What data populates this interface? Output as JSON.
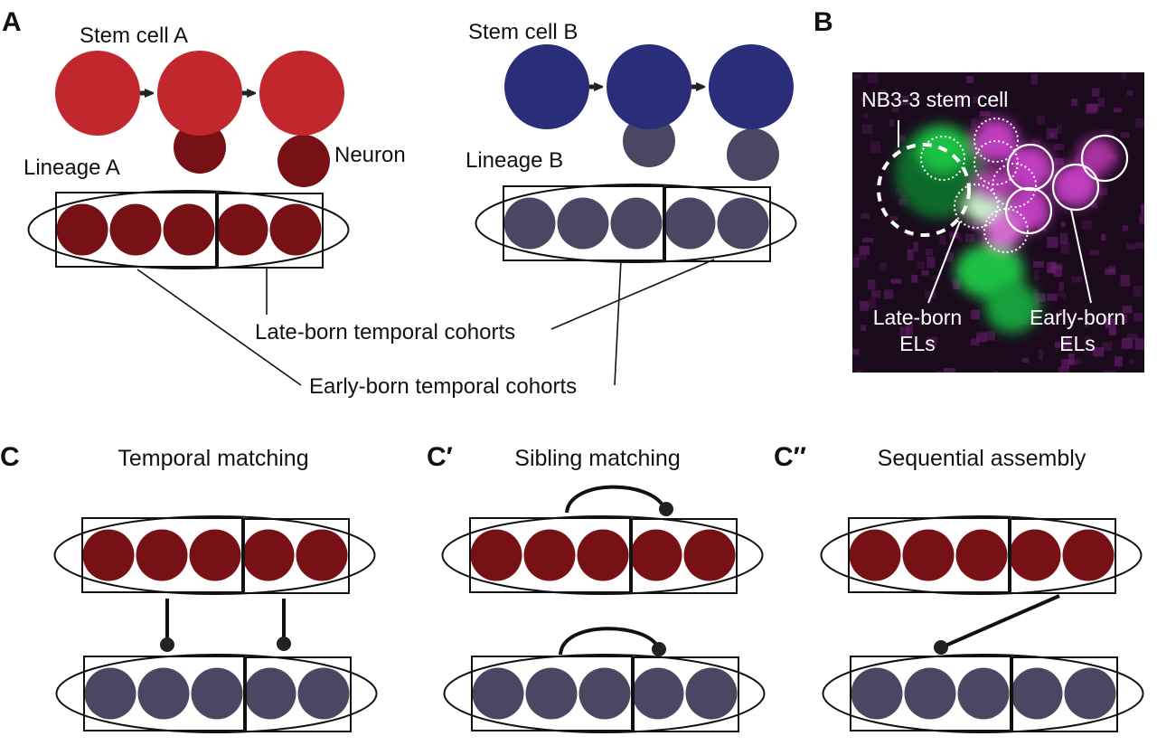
{
  "colors": {
    "stem_a": "#c1272d",
    "neuron_a": "#771115",
    "stem_b": "#2a2e7a",
    "neuron_b": "#4a4763",
    "outline": "#111111",
    "micro_bg": "#1a0a1c",
    "micro_magenta": "#c03ec0",
    "micro_green": "#1fc045",
    "micro_annot": "#ffffff"
  },
  "panelA": {
    "letter": "A",
    "stem_a_label": "Stem cell A",
    "stem_b_label": "Stem cell B",
    "neuron_label": "Neuron",
    "lineage_a_label": "Lineage A",
    "lineage_b_label": "Lineage B",
    "late_cohorts_label": "Late-born temporal cohorts",
    "early_cohorts_label": "Early-born temporal cohorts",
    "stem_divisions": 3,
    "neurons_per_lineage": 5,
    "early_cohort_size": 3,
    "late_cohort_size": 2
  },
  "panelB": {
    "letter": "B",
    "stem_cell_label": "NB3-3 stem cell",
    "late_label_line1": "Late-born",
    "late_label_line2": "ELs",
    "early_label_line1": "Early-born",
    "early_label_line2": "ELs"
  },
  "panelC": [
    {
      "letter": "C",
      "title": "Temporal matching",
      "connection": "temporal"
    },
    {
      "letter": "C′",
      "title": "Sibling matching",
      "connection": "sibling"
    },
    {
      "letter": "C″",
      "title": "Sequential assembly",
      "connection": "sequential"
    }
  ]
}
